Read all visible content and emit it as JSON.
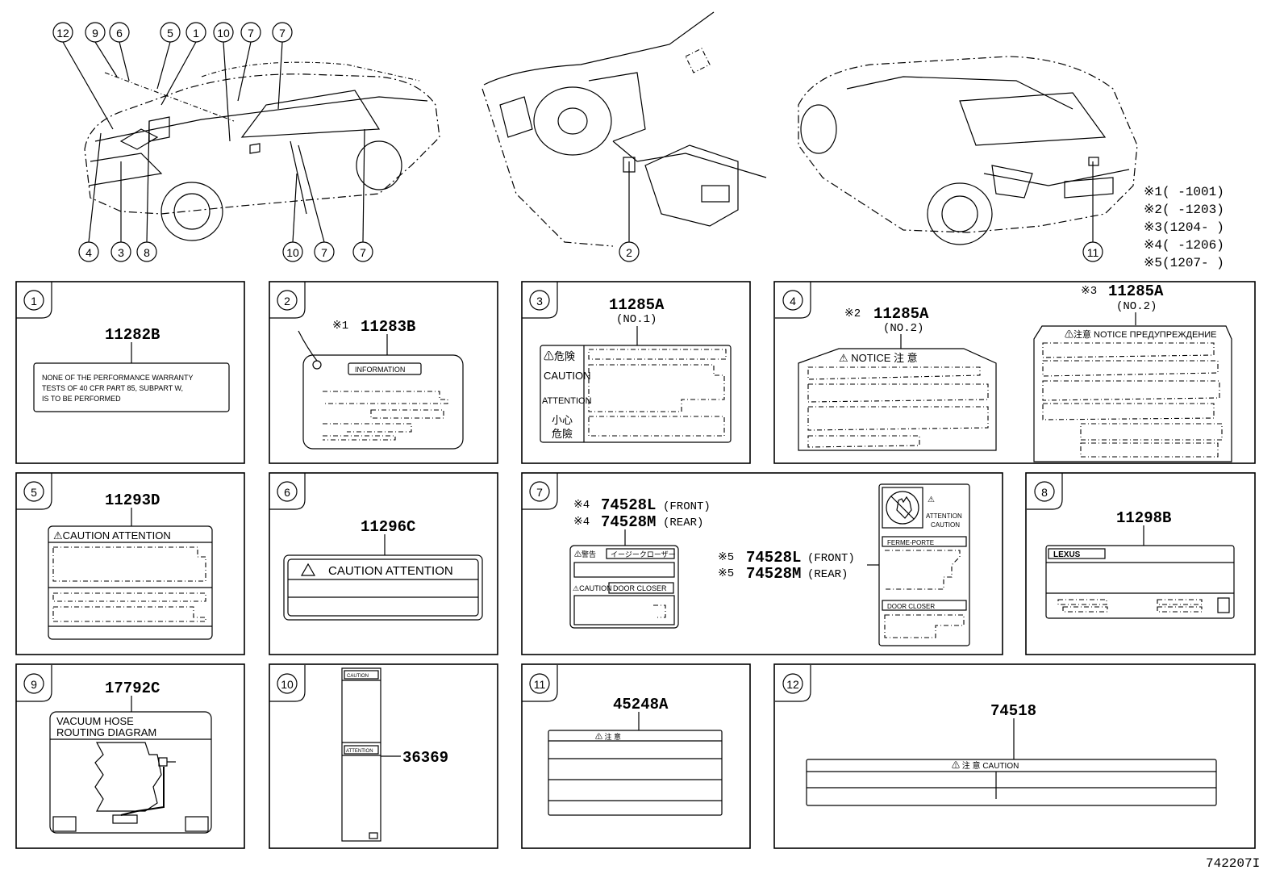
{
  "diagram_id": "742207I",
  "footnotes": [
    {
      "mark": "※1",
      "text": "(       -1001)"
    },
    {
      "mark": "※2",
      "text": "(       -1203)"
    },
    {
      "mark": "※3",
      "text": "(1204-       )"
    },
    {
      "mark": "※4",
      "text": "(       -1206)"
    },
    {
      "mark": "※5",
      "text": "(1207-       )"
    }
  ],
  "callouts_front": [
    "12",
    "9",
    "6",
    "5",
    "1",
    "10",
    "7",
    "7",
    "4",
    "3",
    "8",
    "10",
    "7",
    "7"
  ],
  "callout_interior": "2",
  "callout_rear": "11",
  "panels": {
    "p1": {
      "num": "1",
      "part": "11282B",
      "text1": "NONE OF THE PERFORMANCE WARRANTY",
      "text2": "TESTS OF 40 CFR PART 85, SUBPART W,",
      "text3": "IS TO BE PERFORMED"
    },
    "p2": {
      "num": "2",
      "mark": "※1",
      "part": "11283B",
      "header": "INFORMATION"
    },
    "p3": {
      "num": "3",
      "part": "11285A",
      "sub": "(NO.1)",
      "w1": "⚠危険",
      "w2": "CAUTION",
      "w3": "ATTENTION",
      "w4a": "小心",
      "w4b": "危險"
    },
    "p4": {
      "num": "4",
      "markA": "※2",
      "partA": "11285A",
      "subA": "(NO.2)",
      "headerA": "⚠  NOTICE  注 意",
      "markB": "※3",
      "partB": "11285A",
      "subB": "(NO.2)",
      "headerB": "⚠注意 NOTICE ПРЕДУПРЕЖДЕНИЕ"
    },
    "p5": {
      "num": "5",
      "part": "11293D",
      "header": "⚠CAUTION  ATTENTION"
    },
    "p6": {
      "num": "6",
      "part": "11296C",
      "header": "CAUTION ATTENTION"
    },
    "p7": {
      "num": "7",
      "mark": "※4",
      "partF": "74528L",
      "front": "(FRONT)",
      "partR": "74528M",
      "rear": "(REAR)",
      "mark5": "※5",
      "warnA": "⚠警告",
      "jp": "イージークローザー",
      "cautionLbl": "⚠CAUTION",
      "doorcloser": "DOOR  CLOSER",
      "attn1": "ATTENTION",
      "attn2": "CAUTION",
      "ferme": "FERME-PORTE",
      "doorclose": "DOOR CLOSER"
    },
    "p8": {
      "num": "8",
      "part": "11298B",
      "logo": "LEXUS"
    },
    "p9": {
      "num": "9",
      "part": "17792C",
      "title1": "VACUUM HOSE",
      "title2": "ROUTING DIAGRAM"
    },
    "p10": {
      "num": "10",
      "part": "36369",
      "c1": "CAUTION",
      "c2": "ATTENTION"
    },
    "p11": {
      "num": "11",
      "part": "45248A",
      "header": "⚠  注  意"
    },
    "p12": {
      "num": "12",
      "part": "74518",
      "header": "⚠  注  意    CAUTION"
    }
  }
}
